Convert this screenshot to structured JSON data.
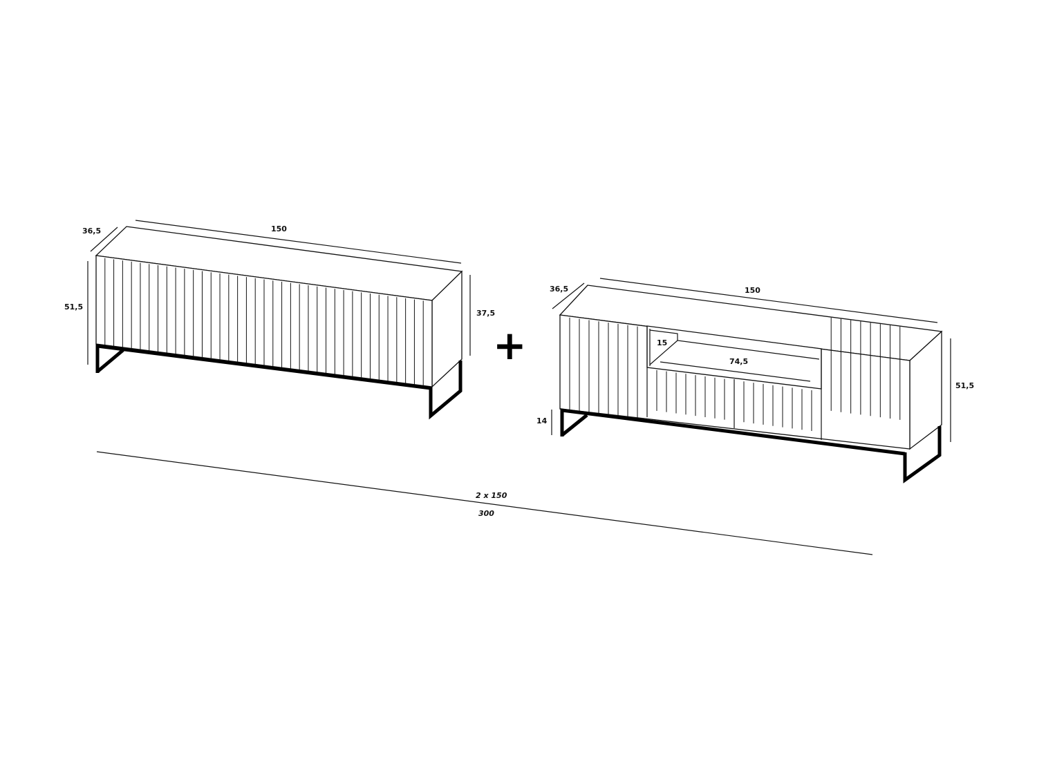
{
  "left_unit": {
    "depth": "36,5",
    "width": "150",
    "height": "51,5",
    "cabinet_height": "37,5"
  },
  "plus_sign": "+",
  "right_unit": {
    "depth": "36,5",
    "width": "150",
    "niche_height": "15",
    "niche_width": "74,5",
    "height": "51,5",
    "leg_height": "14"
  },
  "total": {
    "label_top": "2 x 150",
    "label_bottom": "300"
  }
}
